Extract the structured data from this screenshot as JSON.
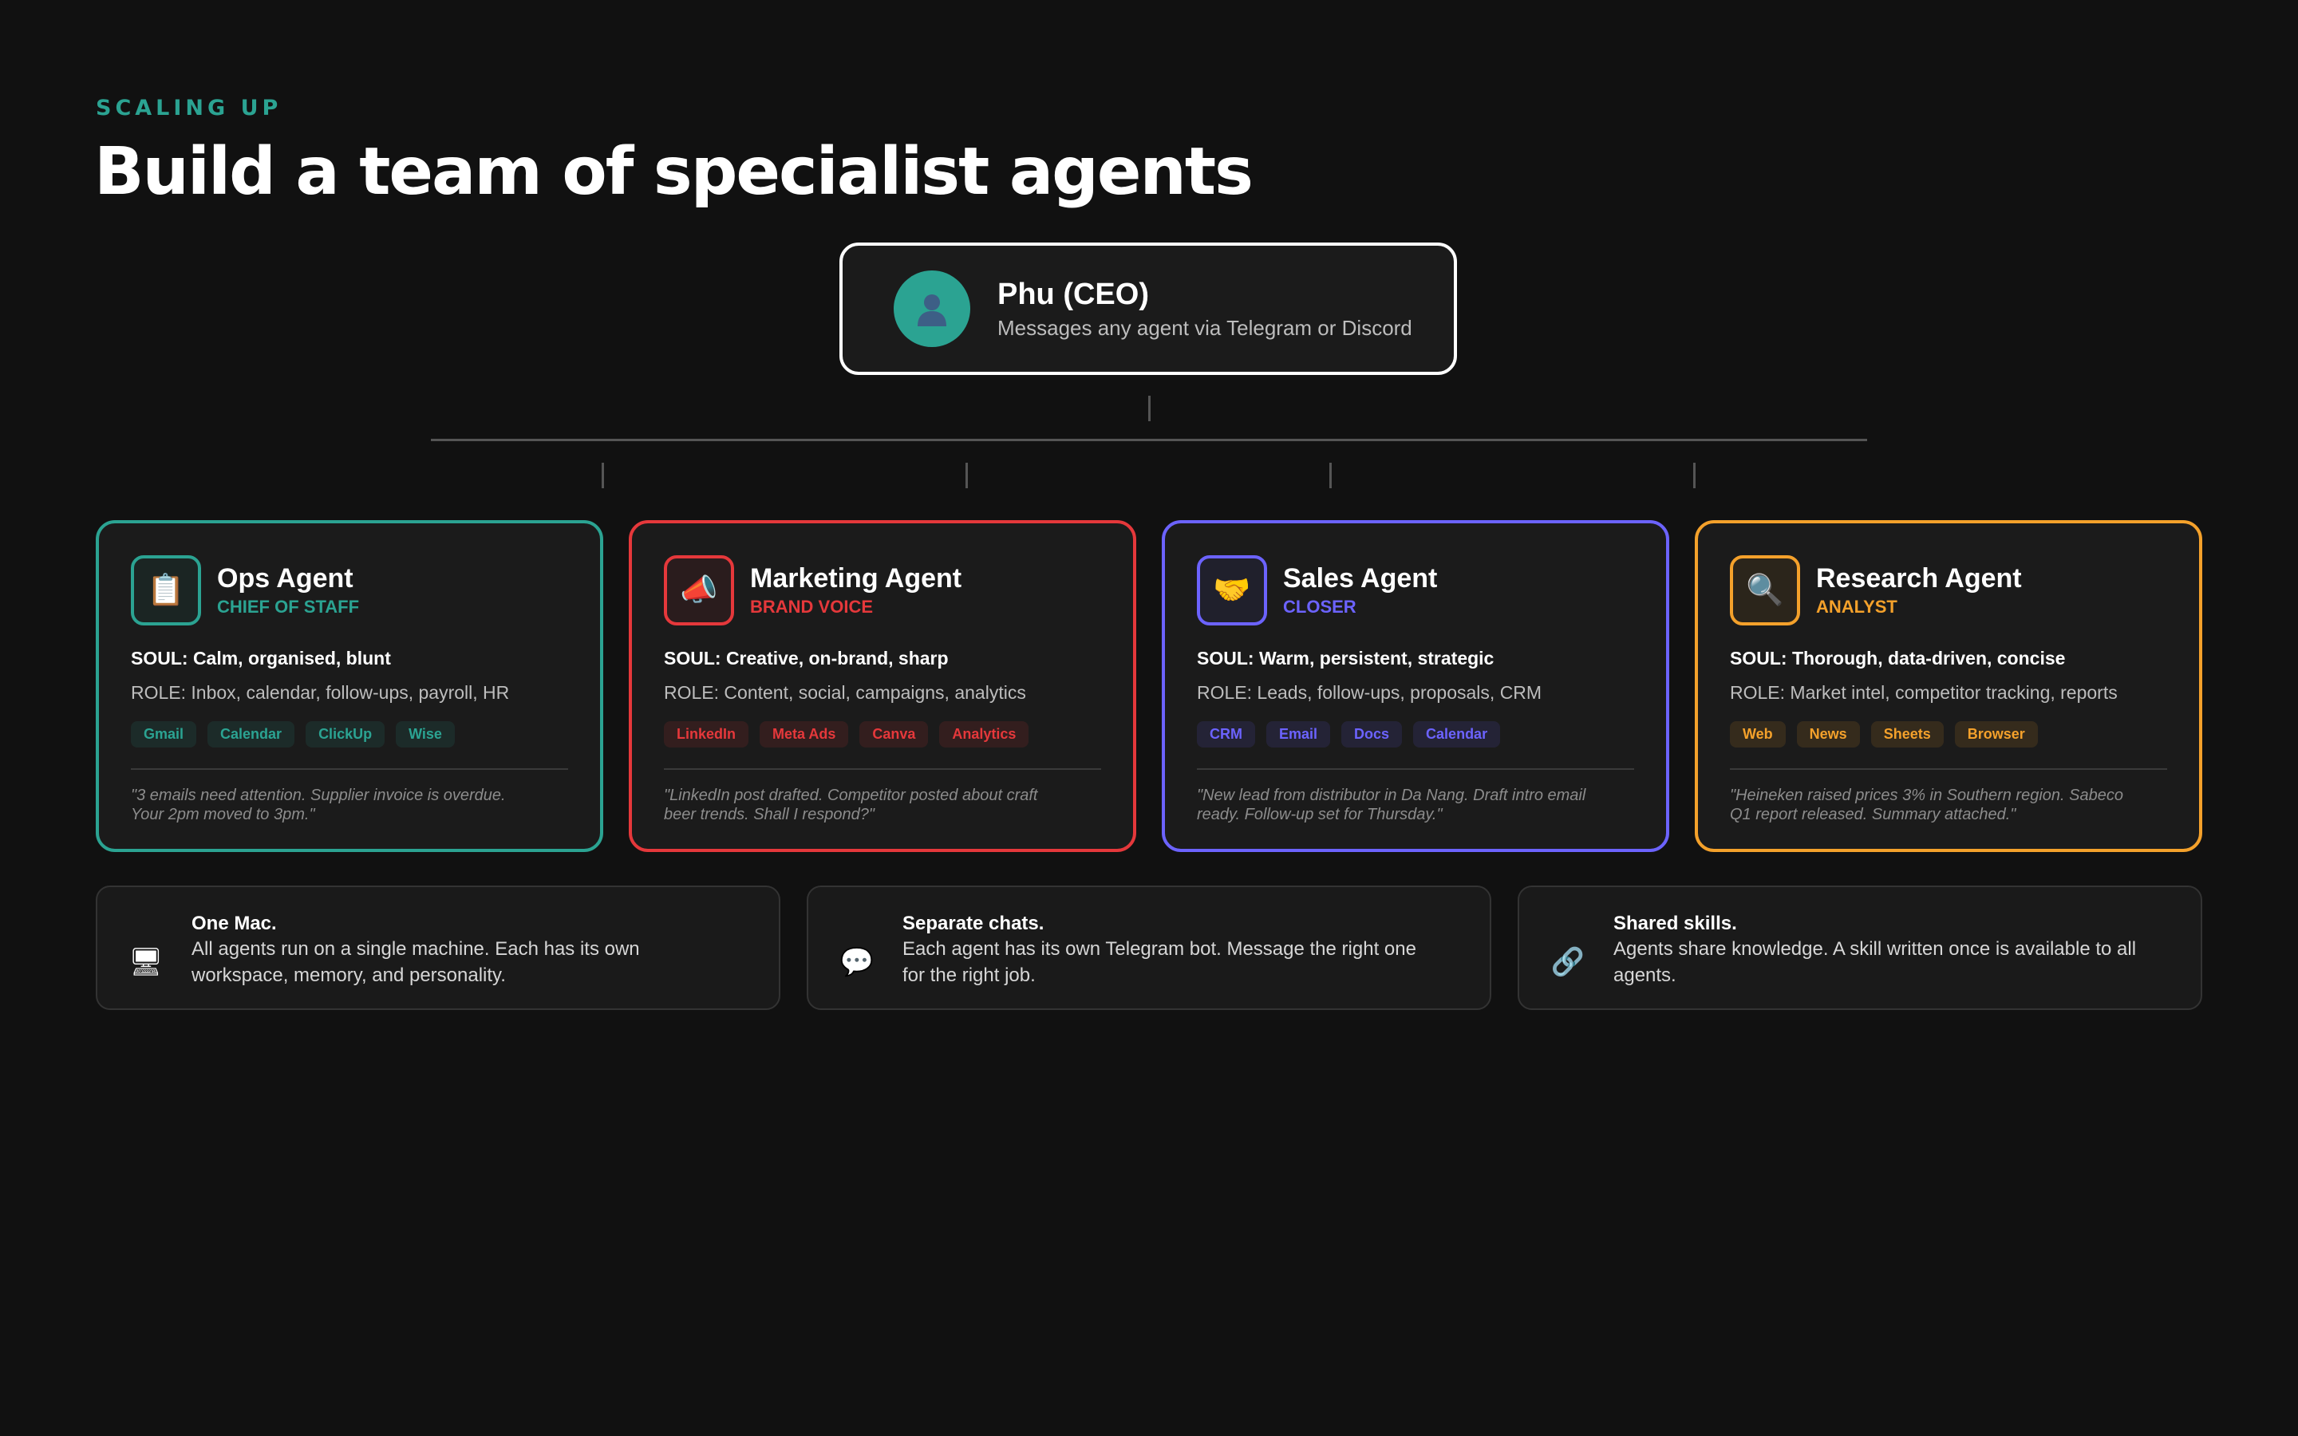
{
  "header": {
    "eyebrow": "SCALING UP",
    "title": "Build a team of specialist agents"
  },
  "ceo": {
    "icon": "person-icon",
    "name": "Phu (CEO)",
    "subtitle": "Messages any agent via Telegram or Discord",
    "accent": "#2ba392"
  },
  "agents": [
    {
      "name": "Ops Agent",
      "role_tag": "CHIEF OF STAFF",
      "icon": "clipboard-icon",
      "icon_glyph": "📋",
      "color": "#2ba392",
      "soul": "SOUL: Calm, organised, blunt",
      "role": "ROLE: Inbox, calendar, follow-ups, payroll, HR",
      "tags": [
        "Gmail",
        "Calendar",
        "ClickUp",
        "Wise"
      ],
      "quote_line1": "\"3 emails need attention. Supplier invoice is overdue.",
      "quote_line2": "Your 2pm moved to 3pm.\""
    },
    {
      "name": "Marketing Agent",
      "role_tag": "BRAND VOICE",
      "icon": "megaphone-icon",
      "icon_glyph": "📣",
      "color": "#e5383b",
      "soul": "SOUL: Creative, on-brand, sharp",
      "role": "ROLE: Content, social, campaigns, analytics",
      "tags": [
        "LinkedIn",
        "Meta Ads",
        "Canva",
        "Analytics"
      ],
      "quote_line1": "\"LinkedIn post drafted. Competitor posted about craft",
      "quote_line2": "beer trends. Shall I respond?\""
    },
    {
      "name": "Sales Agent",
      "role_tag": "CLOSER",
      "icon": "handshake-icon",
      "icon_glyph": "🤝",
      "color": "#6c63ff",
      "soul": "SOUL: Warm, persistent, strategic",
      "role": "ROLE: Leads, follow-ups, proposals, CRM",
      "tags": [
        "CRM",
        "Email",
        "Docs",
        "Calendar"
      ],
      "quote_line1": "\"New lead from distributor in Da Nang. Draft intro email",
      "quote_line2": "ready. Follow-up set for Thursday.\""
    },
    {
      "name": "Research Agent",
      "role_tag": "ANALYST",
      "icon": "magnifier-icon",
      "icon_glyph": "🔍",
      "color": "#f4a12b",
      "soul": "SOUL: Thorough, data-driven, concise",
      "role": "ROLE: Market intel, competitor tracking, reports",
      "tags": [
        "Web",
        "News",
        "Sheets",
        "Browser"
      ],
      "quote_line1": "\"Heineken raised prices 3% in Southern region. Sabeco",
      "quote_line2": "Q1 report released. Summary attached.\""
    }
  ],
  "info_cards": [
    {
      "icon": "computer-icon",
      "icon_glyph": "🖥",
      "title": "One Mac.",
      "text_line1": " All agents run on a single machine. Each has its own",
      "text_line2": "workspace, memory, and personality."
    },
    {
      "icon": "speech-bubble-icon",
      "icon_glyph": "💬",
      "title": "Separate chats.",
      "text_line1": " Each agent has its own Telegram bot. Message the right one",
      "text_line2": "for the right job."
    },
    {
      "icon": "link-icon",
      "icon_glyph": "🔗",
      "title": "Shared skills.",
      "text_line1": " Agents share knowledge. A skill written once is available to all",
      "text_line2": "agents."
    }
  ]
}
